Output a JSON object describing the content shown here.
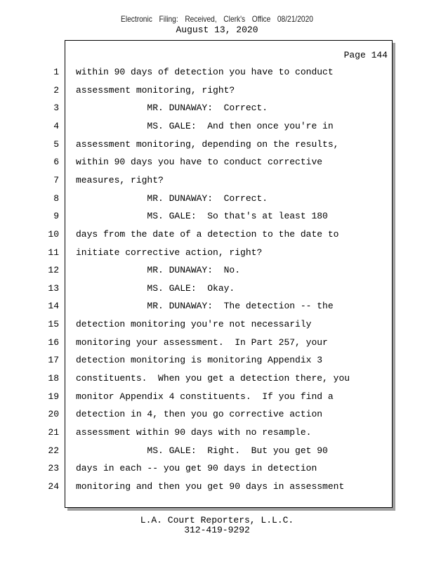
{
  "stamp": "Electronic Filing: Received, Clerk's Office 08/21/2020",
  "date": "August 13, 2020",
  "page_label": "Page 144",
  "lines": [
    {
      "n": "1",
      "t": "within 90 days of detection you have to conduct"
    },
    {
      "n": "2",
      "t": "assessment monitoring, right?"
    },
    {
      "n": "3",
      "t": "             MR. DUNAWAY:  Correct."
    },
    {
      "n": "4",
      "t": "             MS. GALE:  And then once you're in"
    },
    {
      "n": "5",
      "t": "assessment monitoring, depending on the results,"
    },
    {
      "n": "6",
      "t": "within 90 days you have to conduct corrective"
    },
    {
      "n": "7",
      "t": "measures, right?"
    },
    {
      "n": "8",
      "t": "             MR. DUNAWAY:  Correct."
    },
    {
      "n": "9",
      "t": "             MS. GALE:  So that's at least 180"
    },
    {
      "n": "10",
      "t": "days from the date of a detection to the date to"
    },
    {
      "n": "11",
      "t": "initiate corrective action, right?"
    },
    {
      "n": "12",
      "t": "             MR. DUNAWAY:  No."
    },
    {
      "n": "13",
      "t": "             MS. GALE:  Okay."
    },
    {
      "n": "14",
      "t": "             MR. DUNAWAY:  The detection -- the"
    },
    {
      "n": "15",
      "t": "detection monitoring you're not necessarily"
    },
    {
      "n": "16",
      "t": "monitoring your assessment.  In Part 257, your"
    },
    {
      "n": "17",
      "t": "detection monitoring is monitoring Appendix 3"
    },
    {
      "n": "18",
      "t": "constituents.  When you get a detection there, you"
    },
    {
      "n": "19",
      "t": "monitor Appendix 4 constituents.  If you find a"
    },
    {
      "n": "20",
      "t": "detection in 4, then you go corrective action"
    },
    {
      "n": "21",
      "t": "assessment within 90 days with no resample."
    },
    {
      "n": "22",
      "t": "             MS. GALE:  Right.  But you get 90"
    },
    {
      "n": "23",
      "t": "days in each -- you get 90 days in detection"
    },
    {
      "n": "24",
      "t": "monitoring and then you get 90 days in assessment"
    }
  ],
  "footer": {
    "company": "L.A. Court Reporters, L.L.C.",
    "phone": "312-419-9292"
  }
}
